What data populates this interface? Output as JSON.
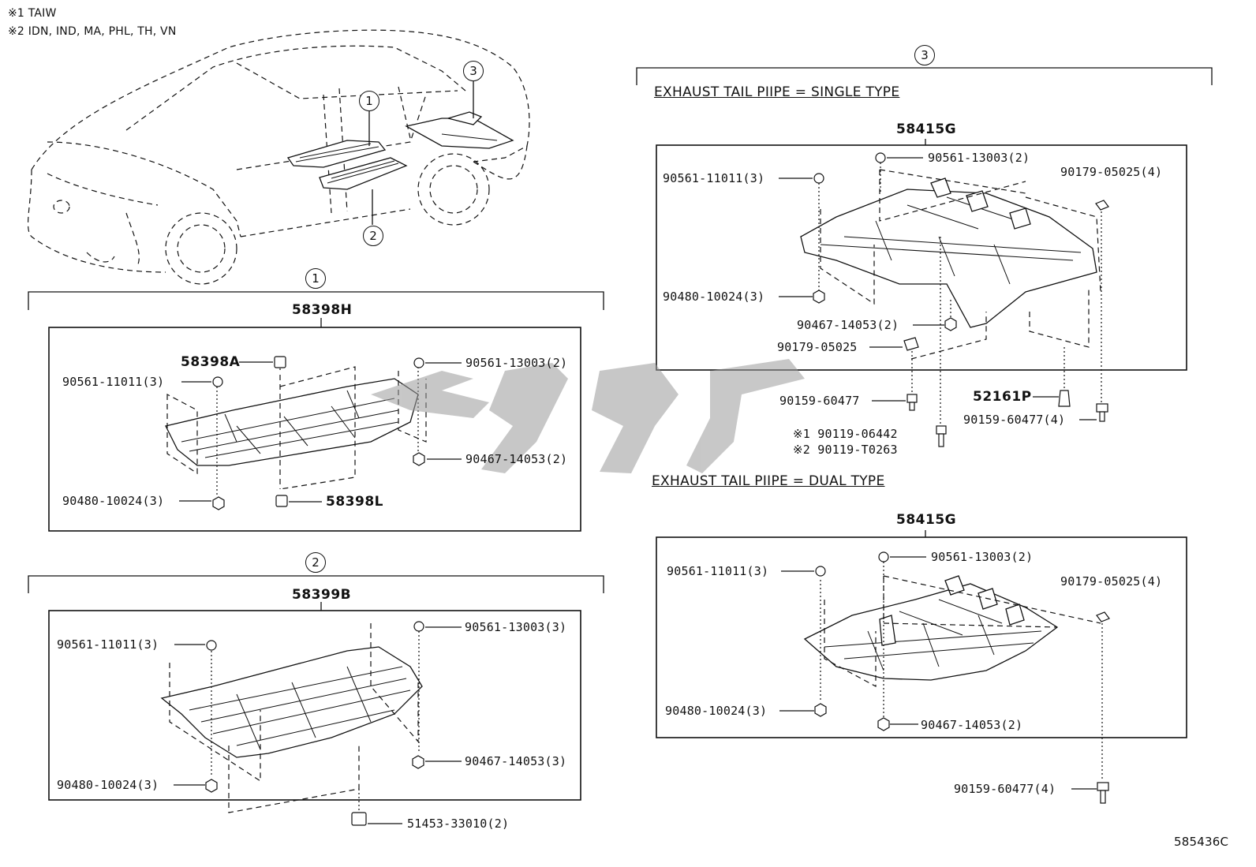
{
  "notes": {
    "n1": "※1  TAIW",
    "n2": "※2  IDN, IND, MA, PHL, TH, VN"
  },
  "callouts": {
    "c1": "1",
    "c2": "2",
    "c3": "3"
  },
  "group1": {
    "assembly": "58398H",
    "parts": {
      "p58398a": "58398A",
      "p58398l": "58398L",
      "p11011": "90561-11011(3)",
      "p10024": "90480-10024(3)",
      "p13003": "90561-13003(2)",
      "p14053": "90467-14053(2)"
    }
  },
  "group2": {
    "assembly": "58399B",
    "parts": {
      "p11011": "90561-11011(3)",
      "p10024": "90480-10024(3)",
      "p13003": "90561-13003(3)",
      "p14053": "90467-14053(3)",
      "p33010": "51453-33010(2)"
    }
  },
  "group3": {
    "single": {
      "header": "EXHAUST TAIL PIIPE = SINGLE TYPE",
      "assembly": "58415G",
      "parts": {
        "p13003": "90561-13003(2)",
        "p11011": "90561-11011(3)",
        "p05025x4": "90179-05025(4)",
        "p10024": "90480-10024(3)",
        "p14053": "90467-14053(2)",
        "p05025": "90179-05025",
        "p60477": "90159-60477",
        "p52161": "52161P",
        "p60477x4": "90159-60477(4)",
        "p06442": "※1 90119-06442",
        "pt0263": "※2 90119-T0263"
      }
    },
    "dual": {
      "header": "EXHAUST TAIL PIIPE = DUAL TYPE",
      "assembly": "58415G",
      "parts": {
        "p11011": "90561-11011(3)",
        "p13003": "90561-13003(2)",
        "p05025x4": "90179-05025(4)",
        "p10024": "90480-10024(3)",
        "p14053": "90467-14053(2)",
        "p60477x4": "90159-60477(4)"
      }
    }
  },
  "diagram_id": "585436C"
}
